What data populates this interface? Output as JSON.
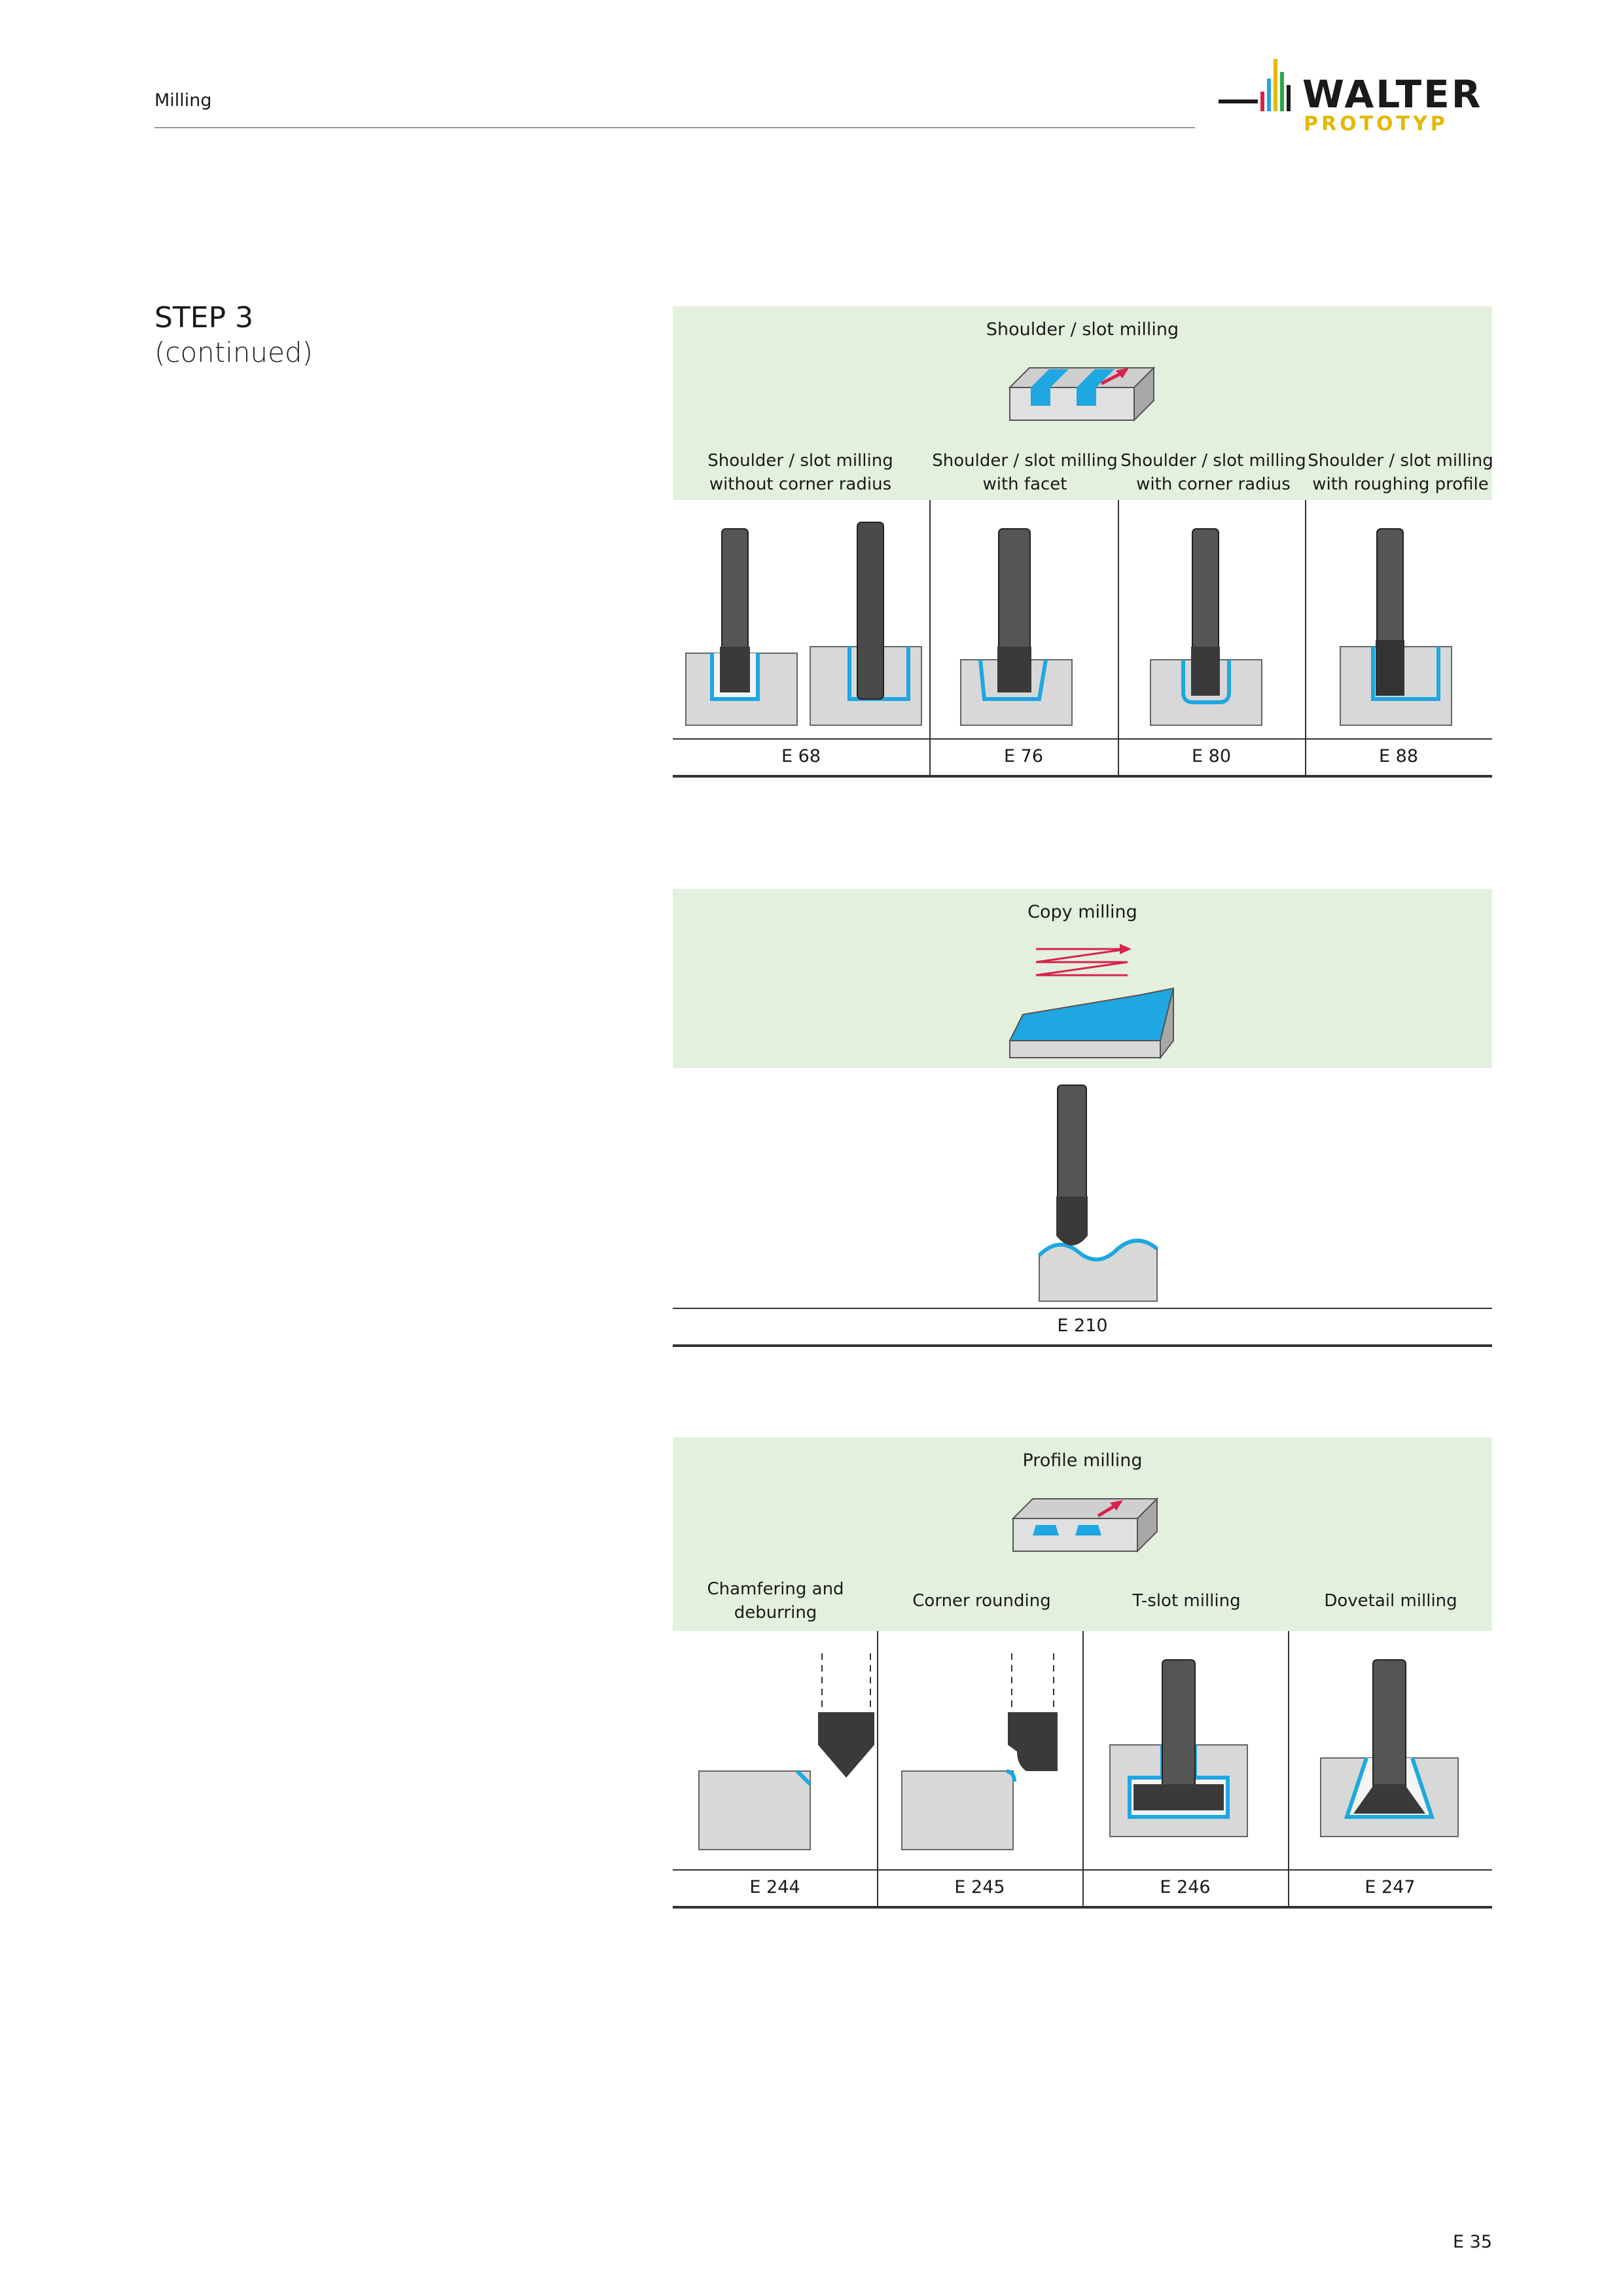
{
  "header": {
    "section": "Milling"
  },
  "logo": {
    "word": "WALTER",
    "sub": "PROTOTYP"
  },
  "step": {
    "title": "STEP 3",
    "subtitle": "(continued)"
  },
  "shoulder": {
    "title": "Shoulder / slot milling",
    "columns": [
      {
        "line1": "Shoulder / slot milling",
        "line2": "without corner radius",
        "code": "E 68"
      },
      {
        "line1": "Shoulder / slot milling",
        "line2": "with facet",
        "code": "E 76"
      },
      {
        "line1": "Shoulder / slot milling",
        "line2": "with corner radius",
        "code": "E 80"
      },
      {
        "line1": "Shoulder / slot milling",
        "line2": "with roughing profile",
        "code": "E 88"
      }
    ]
  },
  "copy": {
    "title": "Copy milling",
    "code": "E 210"
  },
  "profile": {
    "title": "Profile milling",
    "columns": [
      {
        "label": "Chamfering and deburring",
        "code": "E 244"
      },
      {
        "label": "Corner rounding",
        "code": "E 245"
      },
      {
        "label": "T-slot milling",
        "code": "E 246"
      },
      {
        "label": "Dovetail milling",
        "code": "E 247"
      }
    ]
  },
  "page": {
    "number": "E 35"
  },
  "colors": {
    "panel": "#e4f0de",
    "accent_blue": "#1ea7e1",
    "accent_red": "#d8234b",
    "logo_yellow": "#e6b800"
  }
}
